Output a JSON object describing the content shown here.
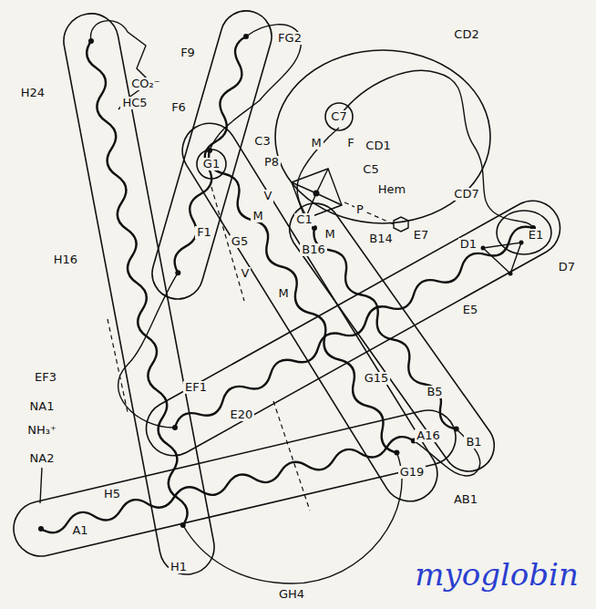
{
  "diagram": {
    "labels": [
      "FG2",
      "CD2",
      "F9",
      "CO₂⁻",
      "H24",
      "HC5",
      "F6",
      "C7",
      "C3",
      "M",
      "F",
      "CD1",
      "G1",
      "P8",
      "C5",
      "Hem",
      "CD7",
      "V",
      "P",
      "M",
      "C1",
      "B14",
      "E7",
      "E1",
      "F1",
      "G5",
      "M",
      "B16",
      "D1",
      "D7",
      "H16",
      "V",
      "M",
      "E5",
      "EF3",
      "EF1",
      "G15",
      "B5",
      "NA1",
      "E20",
      "NH₃⁺",
      "A16",
      "B1",
      "NA2",
      "G19",
      "H5",
      "AB1",
      "A1",
      "H1",
      "GH4",
      "myoglobin"
    ]
  }
}
